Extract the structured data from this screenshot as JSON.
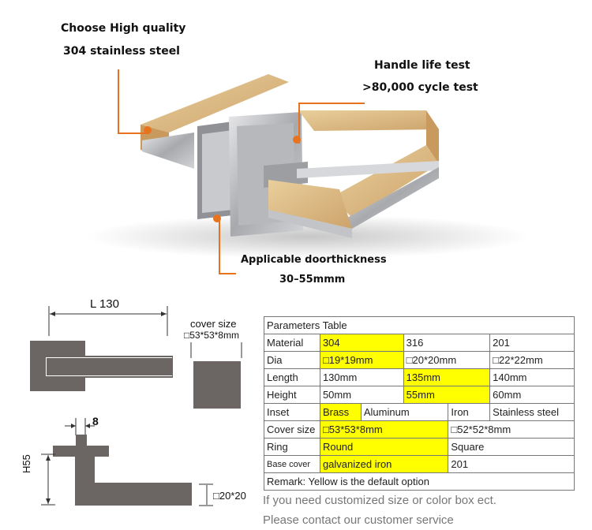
{
  "callouts": {
    "quality_line1": "Choose High quality",
    "quality_line2": "304 stainless steel",
    "life_line1": "Handle life test",
    "life_line2": ">80,000 cycle test",
    "door_line1": "Applicable doorthickness",
    "door_line2": "30–55mmm"
  },
  "drawing": {
    "length_label": "L 130",
    "cover_size_title": "cover size",
    "cover_size_value": "□53*53*8mm",
    "neck_label": "8",
    "height_label": "H55",
    "square_label": "□20*20"
  },
  "table": {
    "title": "Parameters Table",
    "rows": [
      [
        "Material",
        "304",
        "316",
        "201"
      ],
      [
        "Dia",
        "□19*19mm",
        "□20*20mm",
        "□22*22mm"
      ],
      [
        "Length",
        "130mm",
        "135mm",
        "140mm"
      ],
      [
        "Height",
        "50mm",
        "55mm",
        "60mm"
      ],
      [
        "Inset",
        "Brass",
        "Aluminum",
        "Iron",
        "Stainless steel"
      ],
      [
        "Cover size",
        "□53*53*8mm",
        "□52*52*8mm"
      ],
      [
        "Ring",
        "Round",
        "Square"
      ],
      [
        "Base cover",
        "galvanized iron",
        "201"
      ]
    ],
    "remark": "Remark: Yellow is the default option"
  },
  "notes": {
    "line1": "If you need customized size or color box ect.",
    "line2": "Please contact our customer service"
  },
  "colors": {
    "highlight": "#ffff00",
    "accent": "#e8731e",
    "steel": "#6b6663",
    "wood": "#d9b77f"
  }
}
